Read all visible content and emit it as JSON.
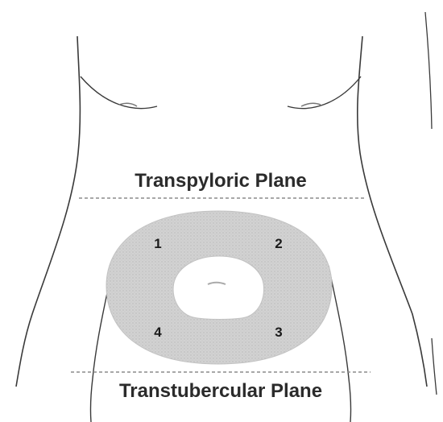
{
  "diagram": {
    "planes": {
      "upper": "Transpyloric Plane",
      "lower": "Transtubercular Plane"
    },
    "regions": [
      "1",
      "2",
      "3",
      "4"
    ]
  },
  "colors": {
    "outline": "#3a3a3a",
    "region_fill": "#cfcfcf",
    "dashed_line": "#8c8c8c"
  }
}
